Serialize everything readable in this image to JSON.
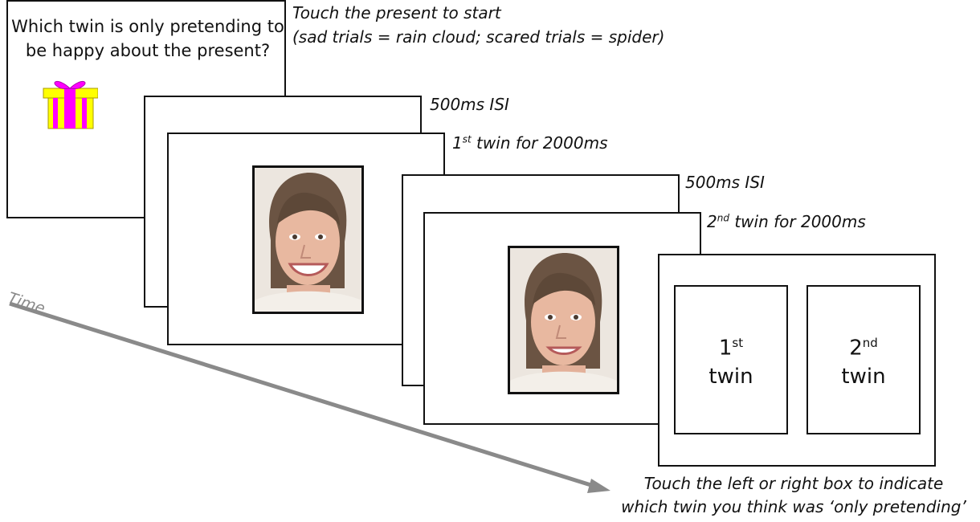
{
  "screen1": {
    "question": "Which twin is only pretending to be happy about the present?",
    "instruction_line1": "Touch the present to start",
    "instruction_line2": "(sad trials = rain cloud; scared trials = spider)"
  },
  "isi1": {
    "label": "500ms ISI"
  },
  "twin1": {
    "ordinal": "1",
    "suffix": "st",
    "rest": " twin for 2000ms"
  },
  "isi2": {
    "label": "500ms ISI"
  },
  "twin2": {
    "ordinal": "2",
    "suffix": "nd",
    "rest": " twin for 2000ms"
  },
  "response": {
    "left_box": {
      "ordinal": "1",
      "suffix": "st",
      "word": "twin"
    },
    "right_box": {
      "ordinal": "2",
      "suffix": "nd",
      "word": "twin"
    },
    "instruction_line1": "Touch the left or right box to indicate",
    "instruction_line2": "which twin you think was ‘only pretending’"
  },
  "timeline": {
    "label": "Time",
    "color": "#8a8a8a"
  },
  "icons": {
    "present": "gift-box-icon",
    "face": "smiling-face-photo"
  },
  "colors": {
    "gift_body": "#ffff00",
    "gift_ribbon": "#ff00ff"
  }
}
